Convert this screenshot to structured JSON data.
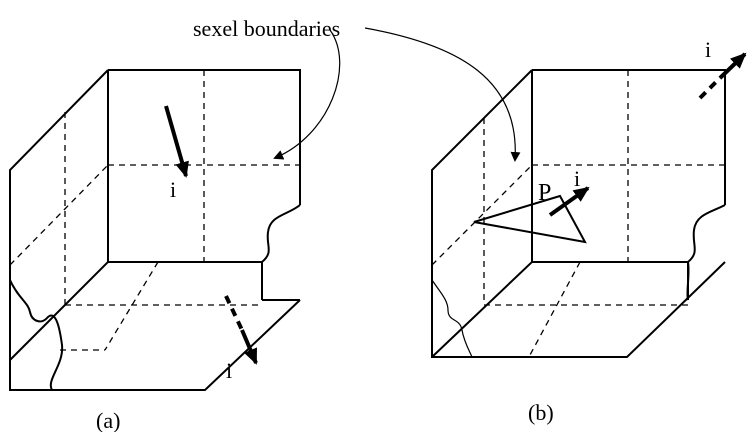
{
  "callout": {
    "text": "sexel boundaries"
  },
  "panel_a": {
    "caption": "(a)",
    "arrow_label_top": "i",
    "arrow_label_bottom": "i"
  },
  "panel_b": {
    "caption": "(b)",
    "point_label": "P",
    "arrow_label_mid": "i",
    "arrow_label_top": "i"
  }
}
